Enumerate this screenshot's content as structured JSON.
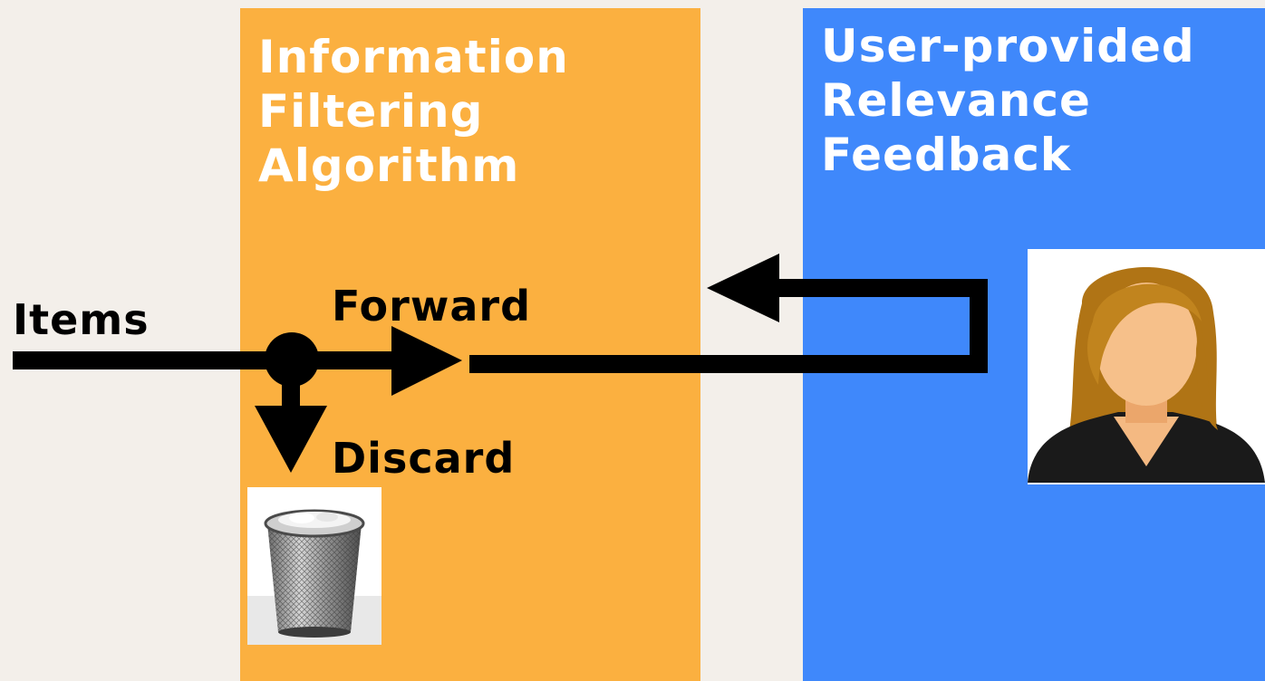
{
  "filter_panel": {
    "title_lines": [
      "Information",
      "Filtering",
      "Algorithm"
    ],
    "color": "#fbb040"
  },
  "feedback_panel": {
    "title_lines": [
      "User-provided",
      "Relevance",
      "Feedback"
    ],
    "color": "#3f88fb"
  },
  "labels": {
    "items": "Items",
    "forward": "Forward",
    "discard": "Discard"
  },
  "icons": {
    "trash": "trash-can-icon",
    "user": "user-avatar-icon"
  }
}
